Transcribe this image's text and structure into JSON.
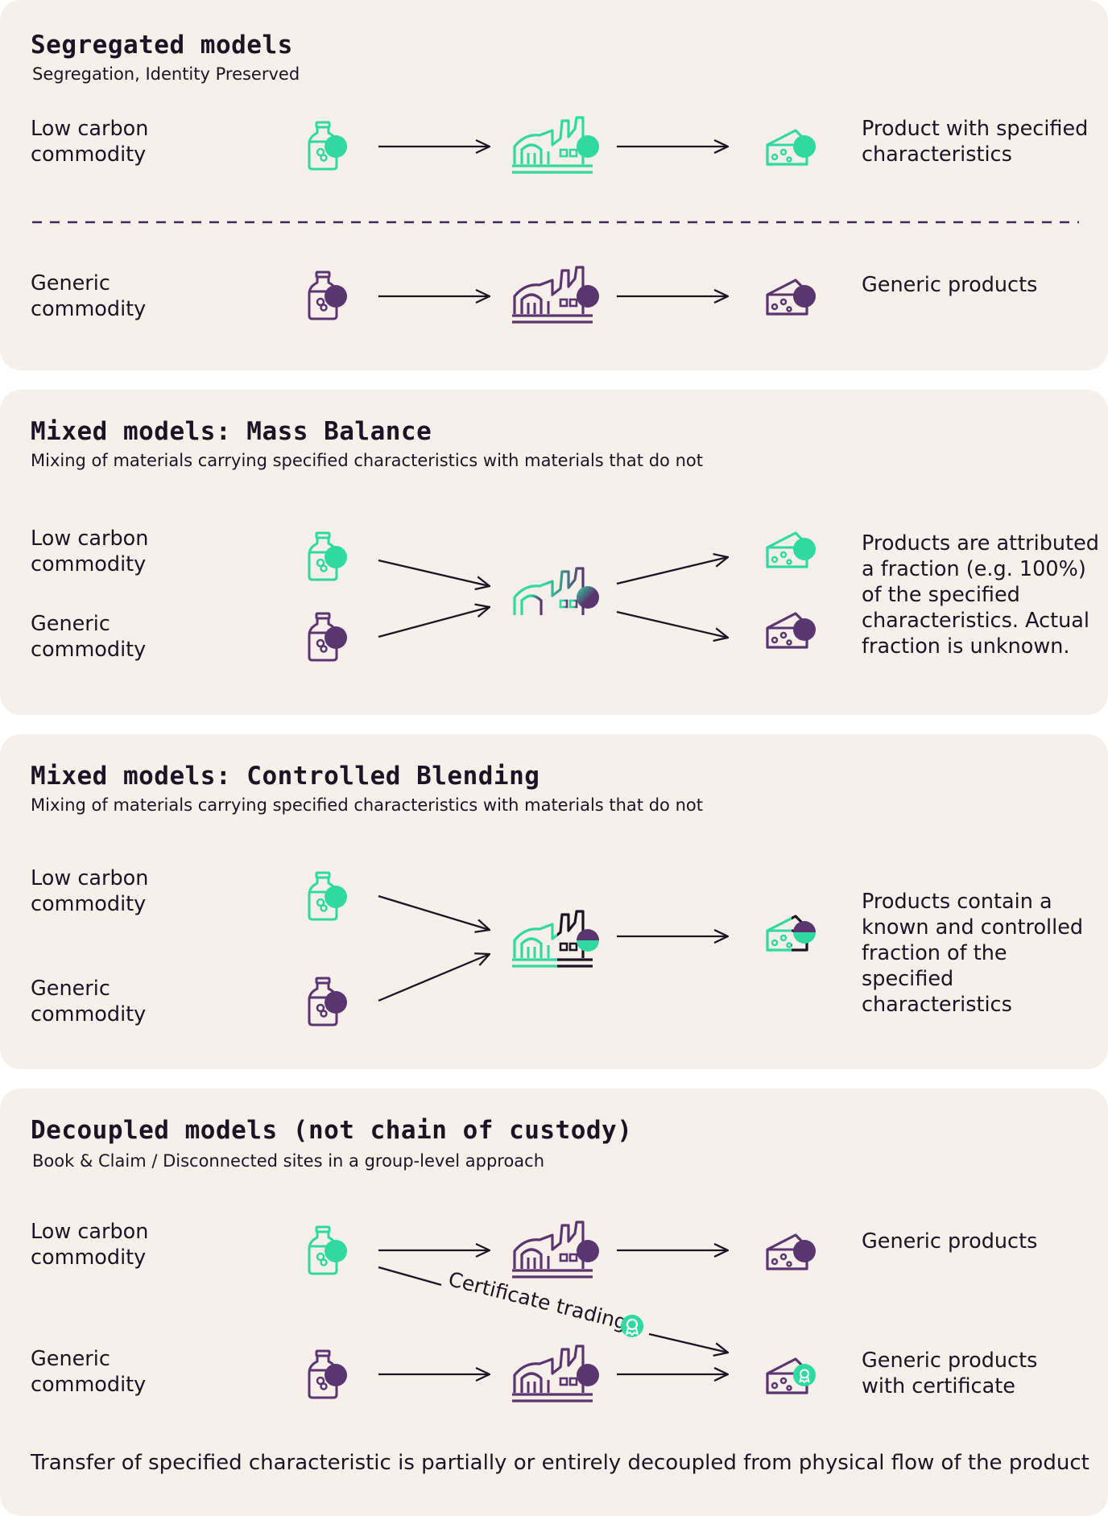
{
  "colors": {
    "low_carbon": "#2fd9a0",
    "generic": "#59366f",
    "panel_bg": "#f7efe9",
    "divider": "#3b2a55",
    "text": "#1c1425"
  },
  "icons": {
    "input": "milk-bottle-icon",
    "process": "factory-icon",
    "output": "cheese-icon",
    "certificate": "certificate-rosette-icon"
  },
  "sections": {
    "segregated": {
      "title": "Segregated models",
      "subtitle": "Segregation, Identity Preserved",
      "low_carbon_label": "Low carbon commodity",
      "low_carbon_output": "Product with specified characteristics",
      "generic_label": "Generic commodity",
      "generic_output": "Generic products"
    },
    "mass_balance": {
      "title": "Mixed models: Mass Balance",
      "subtitle": "Mixing of materials carrying specified characteristics with materials that do not",
      "low_carbon_label": "Low carbon commodity",
      "generic_label": "Generic commodity",
      "output_text": "Products are attributed a fraction (e.g. 100%) of the specified characteristics. Actual fraction is unknown."
    },
    "controlled_blending": {
      "title": "Mixed models: Controlled Blending",
      "subtitle": "Mixing of materials carrying specified characteristics with materials that do not",
      "low_carbon_label": "Low carbon commodity",
      "generic_label": "Generic commodity",
      "output_text": "Products contain a known and controlled fraction of the specified characteristics"
    },
    "decoupled": {
      "title": "Decoupled models (not chain of custody)",
      "subtitle": "Book & Claim / Disconnected sites in a group-level approach",
      "low_carbon_label": "Low carbon commodity",
      "low_carbon_output": "Generic products",
      "generic_label": "Generic commodity",
      "generic_output": "Generic products with certificate",
      "certificate_label": "Certificate trading",
      "footer": "Transfer of specified characteristic is partially or entirely decoupled from physical flow of the product"
    }
  }
}
